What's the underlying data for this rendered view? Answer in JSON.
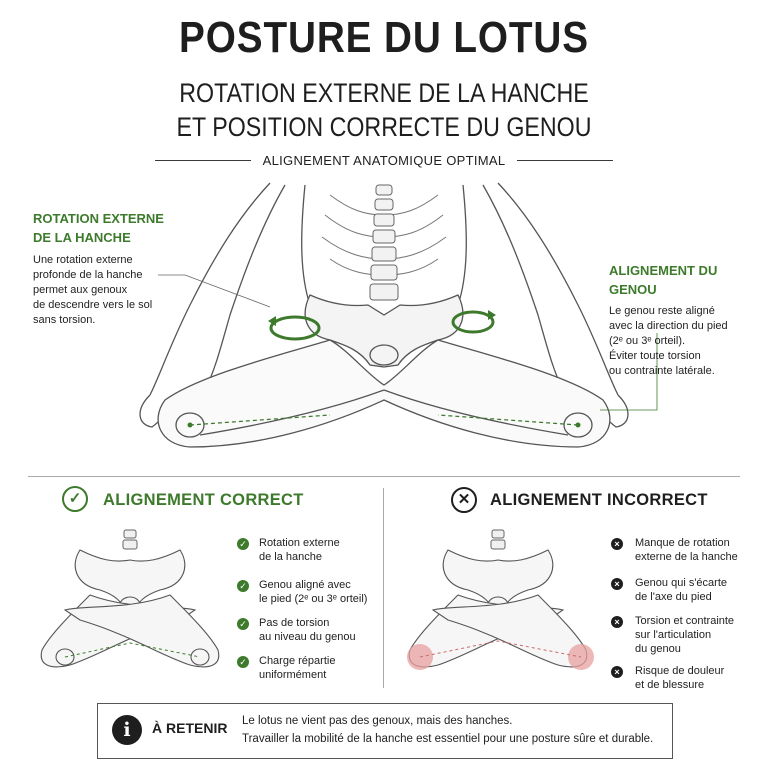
{
  "header": {
    "title": "POSTURE DU LOTUS",
    "subtitle_line1": "ROTATION EXTERNE DE LA HANCHE",
    "subtitle_line2": "ET POSITION CORRECTE DU GENOU",
    "tagline": "ALIGNEMENT ANATOMIQUE OPTIMAL"
  },
  "left_callout": {
    "heading_line1": "ROTATION EXTERNE",
    "heading_line2": "DE LA HANCHE",
    "text": [
      "Une rotation externe",
      "profonde de la hanche",
      "permet aux genoux",
      "de descendre vers le sol",
      "sans torsion."
    ]
  },
  "right_callout": {
    "heading": "ALIGNEMENT DU GENOU",
    "text": [
      "Le genou reste aligné",
      "avec la direction du pied",
      "(2ᵉ ou 3ᵉ orteil).",
      "Éviter toute torsion",
      "ou contrainte latérale."
    ]
  },
  "correct_panel": {
    "heading": "ALIGNEMENT CORRECT",
    "items": [
      [
        "Rotation externe",
        "de la hanche"
      ],
      [
        "Genou aligné avec",
        "le pied (2ᵉ ou 3ᵉ orteil)"
      ],
      [
        "Pas de torsion",
        "au niveau du genou"
      ],
      [
        "Charge répartie",
        "uniformément"
      ]
    ]
  },
  "incorrect_panel": {
    "heading": "ALIGNEMENT INCORRECT",
    "items": [
      [
        "Manque de rotation",
        "externe de la hanche"
      ],
      [
        "Genou qui s'écarte",
        "de l'axe du pied"
      ],
      [
        "Torsion et contrainte",
        "sur l'articulation",
        "du genou"
      ],
      [
        "Risque de douleur",
        "et de blessure"
      ]
    ]
  },
  "retain": {
    "label": "À RETENIR",
    "line1": "Le lotus ne vient pas des genoux, mais des hanches.",
    "line2": "Travailler la mobilité de la hanche est essentiel pour une posture sûre et durable."
  },
  "colors": {
    "accent_green": "#3d7a2c",
    "dark": "#1e1e1e",
    "pain_red": "#e8a0a0"
  }
}
